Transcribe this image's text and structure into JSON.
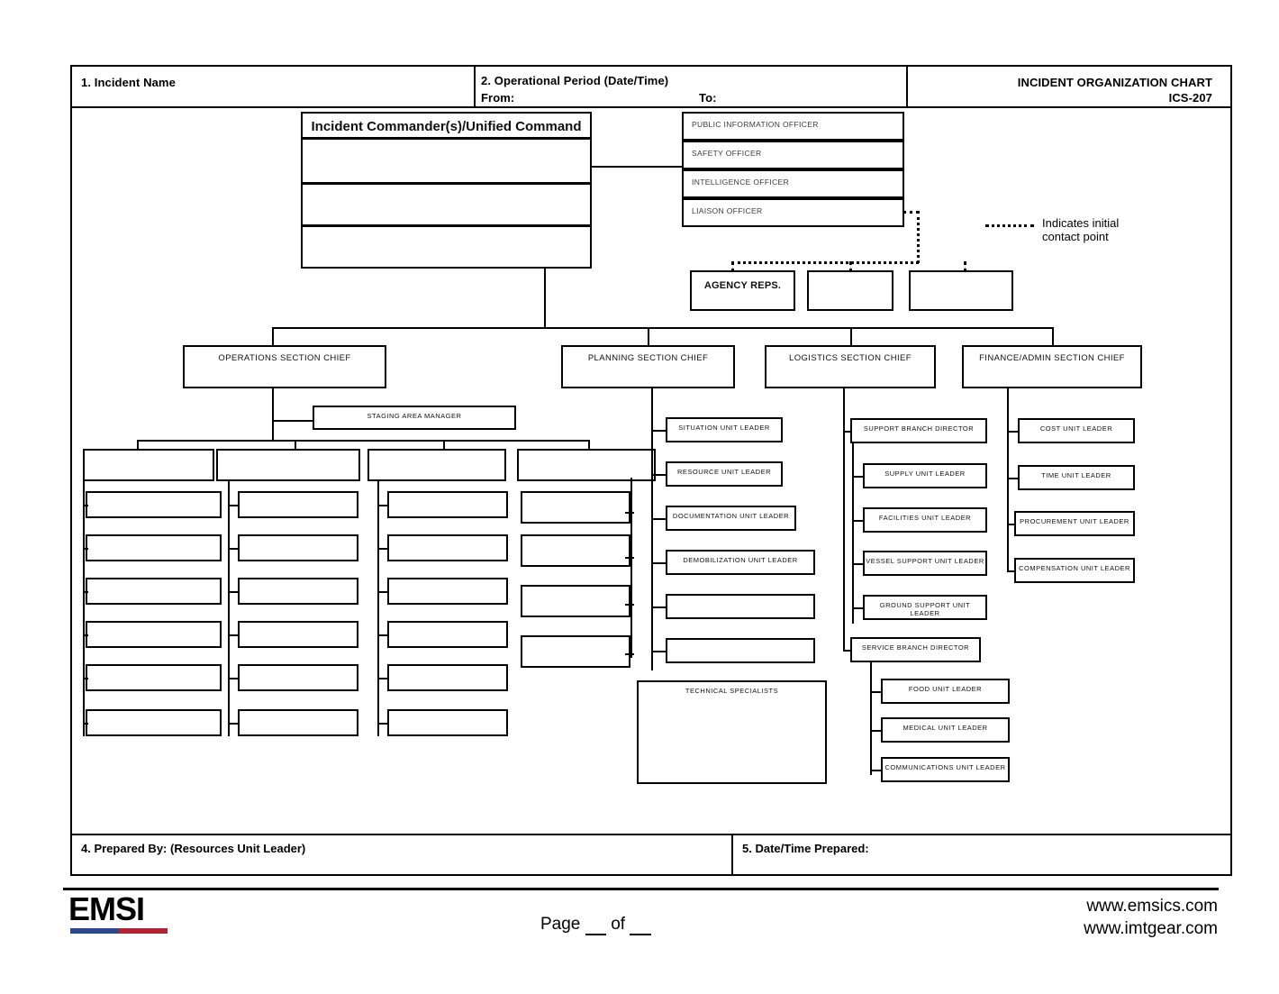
{
  "form": {
    "field1_label": "1.  Incident Name",
    "field2_label": "2. Operational Period (Date/Time)",
    "field2_from": "From:",
    "field2_to": "To:",
    "title": "INCIDENT ORGANIZATION CHART",
    "form_number": "ICS-207",
    "field4_label": "4.  Prepared By: (Resources Unit Leader)",
    "field5_label": "5.  Date/Time Prepared:"
  },
  "legend": {
    "text": "Indicates initial\ncontact point"
  },
  "command": {
    "ic_title": "Incident Commander(s)/Unified Command",
    "ic_rows": [
      "",
      "",
      ""
    ]
  },
  "command_staff": [
    {
      "label": "PUBLIC INFORMATION OFFICER"
    },
    {
      "label": "SAFETY OFFICER"
    },
    {
      "label": "INTELLIGENCE OFFICER"
    },
    {
      "label": "LIAISON OFFICER"
    }
  ],
  "agency_reps": [
    {
      "label": "AGENCY REPS."
    },
    {
      "label": ""
    },
    {
      "label": ""
    }
  ],
  "sections": [
    {
      "label": "OPERATIONS SECTION CHIEF"
    },
    {
      "label": "PLANNING SECTION CHIEF"
    },
    {
      "label": "LOGISTICS SECTION CHIEF"
    },
    {
      "label": "FINANCE/ADMIN SECTION CHIEF"
    }
  ],
  "operations": {
    "staging_area_manager": "STAGING AREA MANAGER",
    "branch_headers": [
      "",
      "",
      "",
      ""
    ],
    "col1": [
      "",
      "",
      "",
      "",
      "",
      ""
    ],
    "col2": [
      "",
      "",
      "",
      "",
      "",
      ""
    ],
    "col3": [
      "",
      "",
      "",
      "",
      "",
      ""
    ],
    "col4": [
      "",
      "",
      "",
      "",
      ""
    ]
  },
  "planning": {
    "units": [
      "SITUATION UNIT LEADER",
      "RESOURCE UNIT LEADER",
      "DOCUMENTATION UNIT LEADER",
      "DEMOBILIZATION UNIT LEADER",
      "",
      ""
    ],
    "technical_specialists": "TECHNICAL SPECIALISTS"
  },
  "logistics": {
    "support_branch_director": "SUPPORT BRANCH DIRECTOR",
    "support_units": [
      "SUPPLY  UNIT LEADER",
      "FACILITIES UNIT LEADER",
      "VESSEL SUPPORT UNIT LEADER",
      "GROUND SUPPORT UNIT LEADER"
    ],
    "service_branch_director": "SERVICE BRANCH DIRECTOR",
    "service_units": [
      "FOOD UNIT LEADER",
      "MEDICAL UNIT LEADER",
      "COMMUNICATIONS UNIT LEADER"
    ]
  },
  "finance": {
    "units": [
      "COST UNIT LEADER",
      "TIME UNIT LEADER",
      "PROCUREMENT UNIT LEADER",
      "COMPENSATION UNIT LEADER"
    ]
  },
  "page_footer": {
    "logo": "EMSI",
    "page_prefix": "Page",
    "page_mid": "of",
    "url1": "www.emsics.com",
    "url2": "www.imtgear.com"
  }
}
